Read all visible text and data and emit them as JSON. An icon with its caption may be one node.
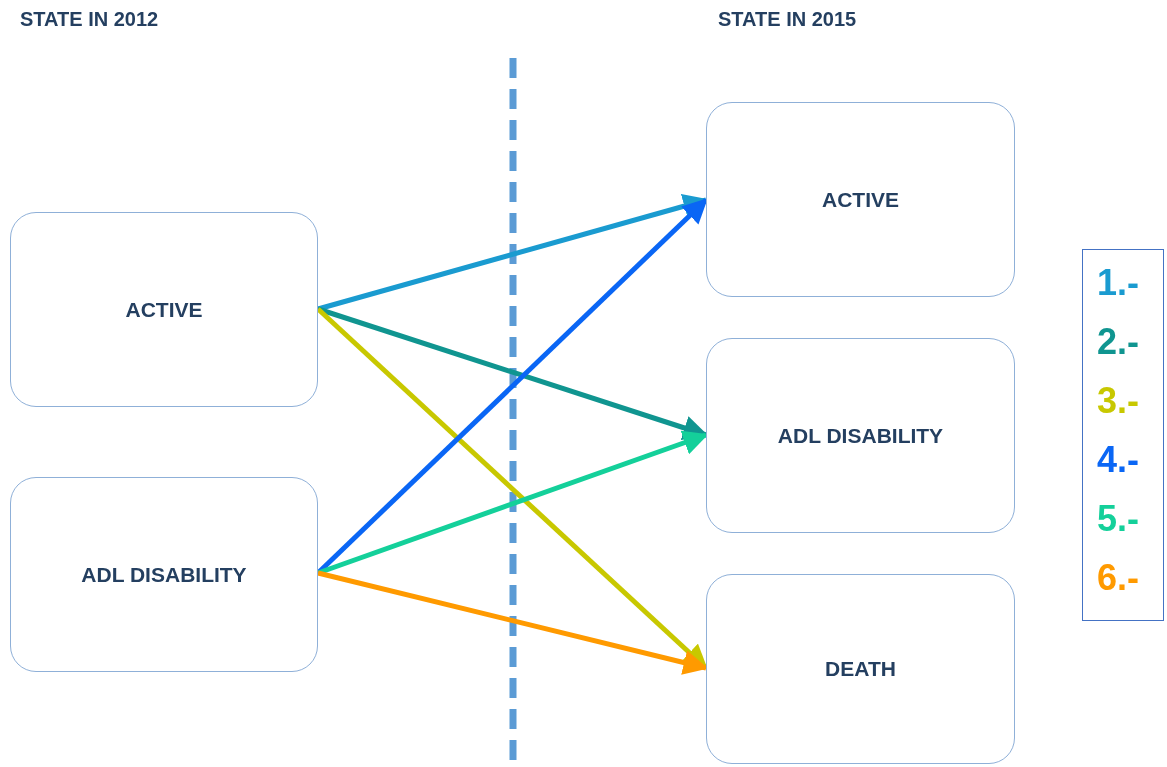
{
  "diagram": {
    "nodes": [
      {
        "text": [
          "ACTIVE"
        ]
      },
      {
        "text": [
          "ADL DISABILITY"
        ]
      },
      {
        "text": [
          "ACTIVE"
        ]
      },
      {
        "text": [
          "ADL DISABILITY"
        ]
      },
      {
        "text": [
          "DEATH"
        ]
      }
    ],
    "edges": [
      {
        "from": 0,
        "to": 2,
        "arrow": "to",
        "color": "#1a9bd0"
      },
      {
        "from": 0,
        "to": 3,
        "arrow": "to",
        "color": "#109590"
      },
      {
        "from": 0,
        "to": 4,
        "arrow": "to",
        "color": "#c8c800"
      },
      {
        "from": 1,
        "to": 2,
        "arrow": "to",
        "color": "#0a66f5"
      },
      {
        "from": 1,
        "to": 3,
        "arrow": "to",
        "color": "#14d09a"
      },
      {
        "from": 1,
        "to": 4,
        "arrow": "to",
        "color": "#ff9a00"
      }
    ],
    "labels": [
      "STATE IN 2012",
      "STATE IN 2015"
    ],
    "legend": [
      {
        "text": "1.-",
        "color": "#1a9bd0"
      },
      {
        "text": "2.-",
        "color": "#109590"
      },
      {
        "text": "3.-",
        "color": "#c8c800"
      },
      {
        "text": "4.-",
        "color": "#0a66f5"
      },
      {
        "text": "5.-",
        "color": "#14d09a"
      },
      {
        "text": "6.-",
        "color": "#ff9a00"
      }
    ]
  }
}
